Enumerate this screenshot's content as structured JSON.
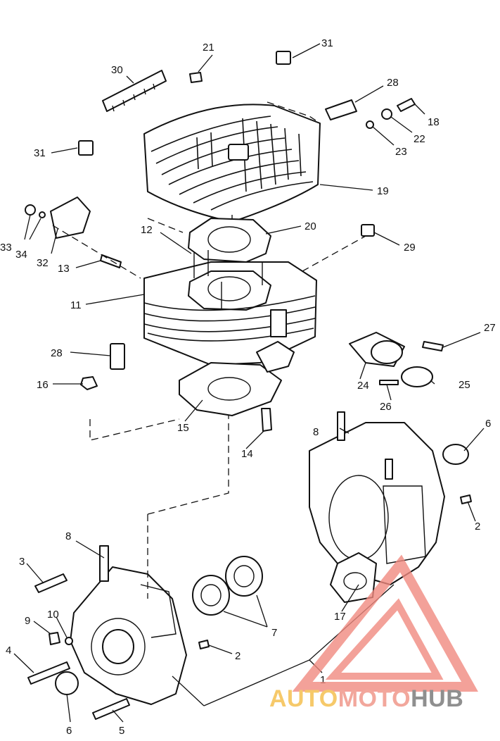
{
  "diagram": {
    "callouts": {
      "c1": "1",
      "c2a": "2",
      "c2b": "2",
      "c3": "3",
      "c4": "4",
      "c5": "5",
      "c6a": "6",
      "c6b": "6",
      "c7": "7",
      "c8a": "8",
      "c8b": "8",
      "c9": "9",
      "c10": "10",
      "c11": "11",
      "c12": "12",
      "c13": "13",
      "c14": "14",
      "c15": "15",
      "c16": "16",
      "c17": "17",
      "c18": "18",
      "c19": "19",
      "c20": "20",
      "c21": "21",
      "c22": "22",
      "c23": "23",
      "c24": "24",
      "c25": "25",
      "c26": "26",
      "c27": "27",
      "c28a": "28",
      "c28b": "28",
      "c29": "29",
      "c30": "30",
      "c31a": "31",
      "c31b": "31",
      "c32": "32",
      "c33": "33",
      "c34": "34"
    }
  },
  "watermark": {
    "part1": "AUTO",
    "part2": "MOTO",
    "part3": "HUB",
    "colors": {
      "auto": "#f6c96a",
      "moto": "#f2a79c",
      "hub": "#8f8f8f",
      "triangle": "#f08a80"
    }
  }
}
